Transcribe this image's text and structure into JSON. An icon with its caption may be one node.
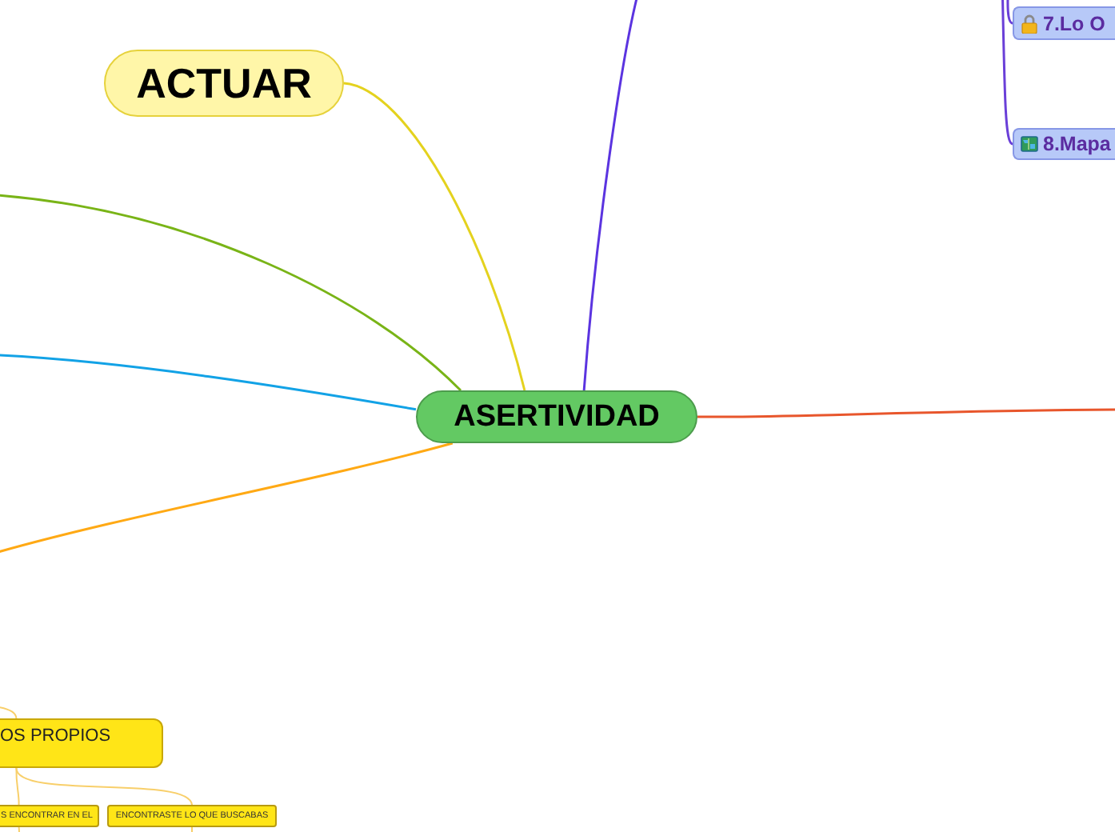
{
  "diagram": {
    "nodes": [
      {
        "text": [
          "ASERTIVIDAD"
        ]
      },
      {
        "text": [
          "ACTUAR"
        ]
      },
      {
        "text": [
          "7.Lo O"
        ]
      },
      {
        "text": [
          "8.Mapa"
        ]
      },
      {
        "text": [
          "OS PROPIOS"
        ]
      },
      {
        "text": [
          "S ENCONTRAR EN EL"
        ]
      },
      {
        "text": [
          "ENCONTRASTE LO QUE BUSCABAS"
        ]
      }
    ],
    "edges": [
      {
        "from": 0,
        "to": 1,
        "arrow": "none",
        "color": "#e4d21e"
      },
      {
        "from": 0,
        "to": null,
        "arrow": "none",
        "color": "#5b34e0"
      },
      {
        "from": null,
        "to": 2,
        "arrow": "none",
        "color": "#6a3fd8"
      },
      {
        "from": null,
        "to": 3,
        "arrow": "none",
        "color": "#6a3fd8"
      },
      {
        "from": 0,
        "to": null,
        "arrow": "none",
        "color": "#79b417"
      },
      {
        "from": 0,
        "to": null,
        "arrow": "none",
        "color": "#12a2e6"
      },
      {
        "from": 0,
        "to": null,
        "arrow": "none",
        "color": "#ffa914"
      },
      {
        "from": 0,
        "to": null,
        "arrow": "none",
        "color": "#e8562c"
      },
      {
        "from": null,
        "to": 4,
        "arrow": "none",
        "color": "#f8cf6a"
      },
      {
        "from": 4,
        "to": 5,
        "arrow": "none",
        "color": "#f8cf6a"
      },
      {
        "from": 4,
        "to": 6,
        "arrow": "none",
        "color": "#f8cf6a"
      },
      {
        "from": 5,
        "to": null,
        "arrow": "none",
        "color": "#f8cf6a"
      },
      {
        "from": 6,
        "to": null,
        "arrow": "none",
        "color": "#f8cf6a"
      }
    ]
  }
}
